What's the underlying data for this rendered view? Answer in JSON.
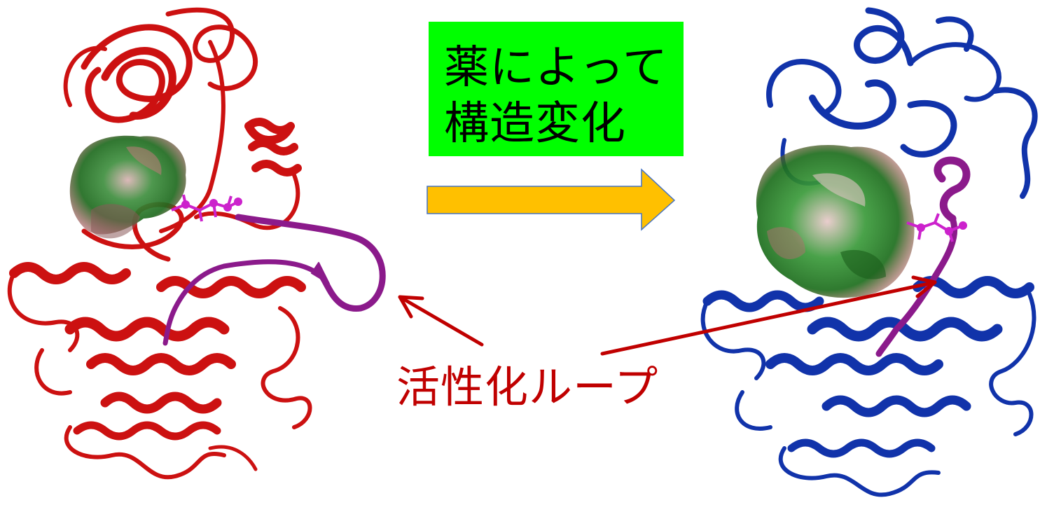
{
  "callout": {
    "line1": "薬によって",
    "line2": "構造変化",
    "background": "#00ff00"
  },
  "loop_label": "活性化ループ",
  "colors": {
    "before_protein": "#cc1111",
    "after_protein": "#1133aa",
    "activation_loop": "#8b1a8b",
    "ligand": "#cc22cc",
    "pocket_surface": "#2e7d2e",
    "transition_arrow": "#ffc000",
    "transition_arrow_outline": "#4472c4",
    "label_text": "#c00000",
    "pointer_arrow": "#c00000"
  },
  "panels": [
    {
      "name": "inactive-structure",
      "ribbon_color": "red"
    },
    {
      "name": "drug-bound-structure",
      "ribbon_color": "blue"
    }
  ]
}
